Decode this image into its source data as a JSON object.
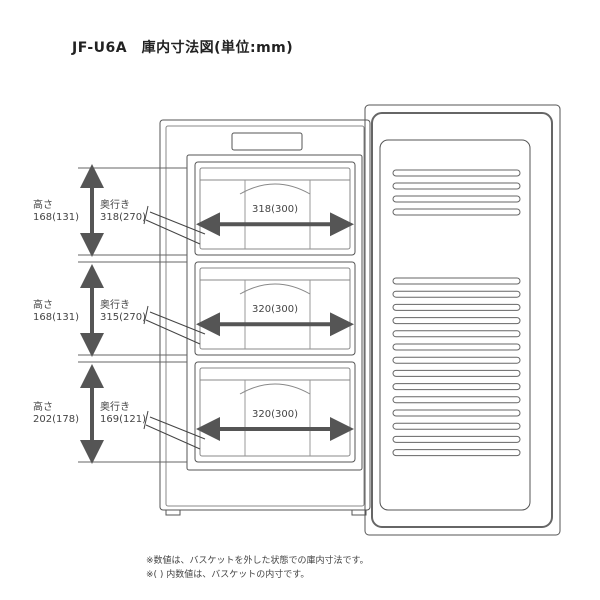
{
  "title": "JF-U6A　庫内寸法図(単位:mm)",
  "compartments": [
    {
      "height_label": "高さ",
      "height": "168(131)",
      "depth_label": "奥行き",
      "depth": "318(270)",
      "width": "318(300)"
    },
    {
      "height_label": "高さ",
      "height": "168(131)",
      "depth_label": "奥行き",
      "depth": "315(270)",
      "width": "320(300)"
    },
    {
      "height_label": "高さ",
      "height": "202(178)",
      "depth_label": "奥行き",
      "depth": "169(121)",
      "width": "320(300)"
    }
  ],
  "notes": [
    "※数値は、バスケットを外した状態での庫内寸法です。",
    "※( ) 内数値は、バスケットの内寸です。"
  ]
}
